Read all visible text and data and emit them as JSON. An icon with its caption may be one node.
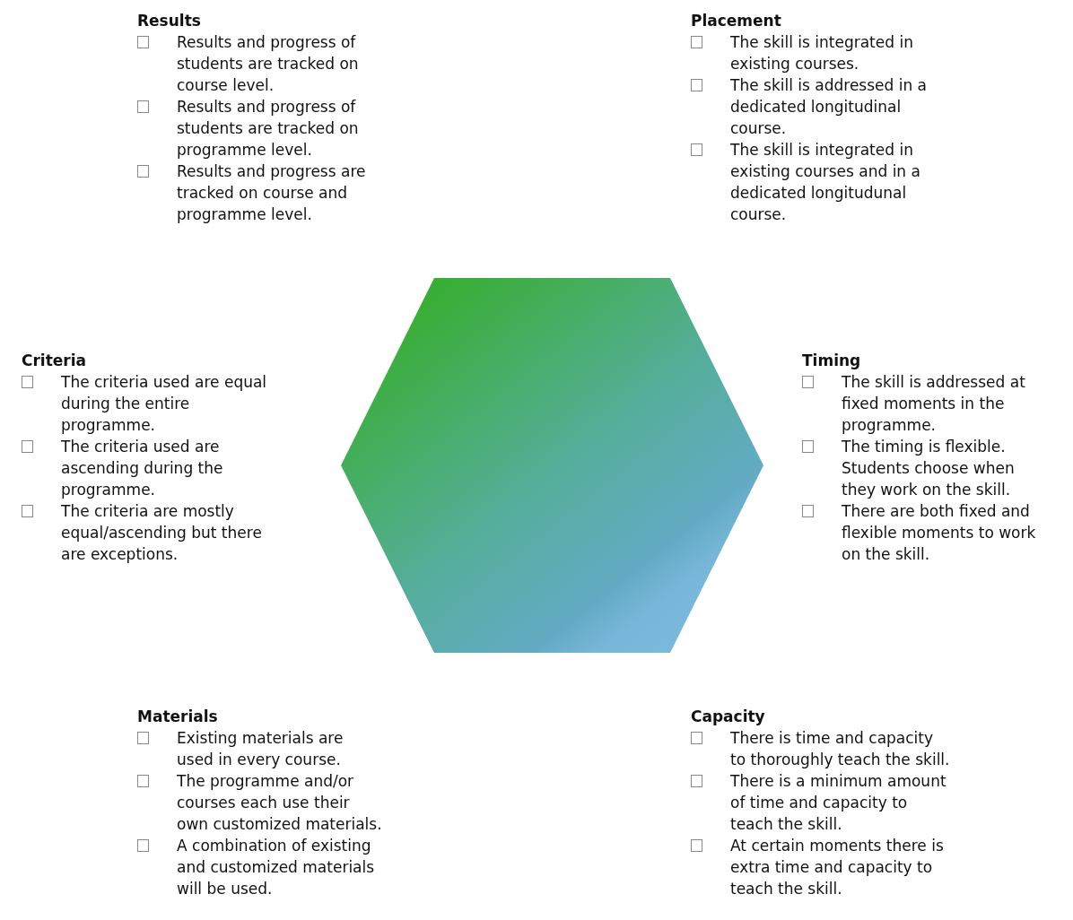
{
  "diagram": {
    "nodes": [
      {
        "text": [],
        "shape": "hexagon"
      }
    ],
    "labels": [
      "Results",
      "Results and progress of students are tracked on course level.",
      "Results and progress of students are tracked on programme level.",
      "Results and progress are tracked on course and programme level.",
      "Placement",
      "The skill is integrated in existing courses.",
      "The skill is addressed in a dedicated longitudinal course.",
      "The skill is integrated in existing courses and in a dedicated longitudunal course.",
      "Criteria",
      "The criteria used are equal during the entire programme.",
      "The criteria used are ascending during the programme.",
      "The criteria are mostly equal/ascending but there are exceptions.",
      "Timing",
      "The skill is addressed at fixed moments in the programme.",
      "The timing is flexible. Students choose when they work on the skill.",
      "There are both fixed and flexible moments to work on the skill.",
      "Materials",
      "Existing materials are used in every course.",
      "The programme and/or courses each use their own customized materials.",
      "A combination of existing and customized materials will be used.",
      "Capacity",
      "There is time and capacity to thoroughly teach the skill.",
      "There is a minimum amount of time and capacity to teach the skill.",
      "At certain moments there is extra time and capacity to teach the skill."
    ]
  }
}
